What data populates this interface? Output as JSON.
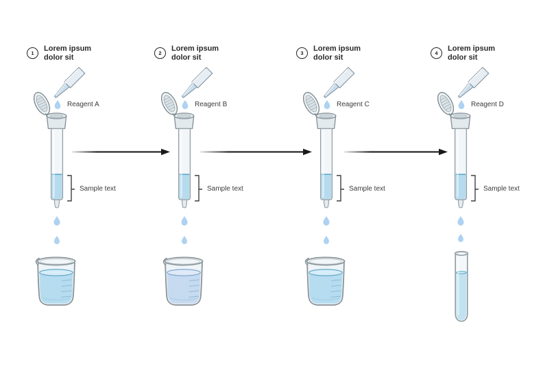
{
  "diagram": {
    "arrow_color": "#1a1a1a",
    "palette": {
      "drop_blue": "#aed2f1",
      "outline_gray": "#8a949a",
      "text_dark": "#2a2a2a",
      "label_gray": "#3b3b3b"
    },
    "steps": [
      {
        "number": "1",
        "title_line1": "Lorem ipsum",
        "title_line2": "dolor sit",
        "reagent_label": "Reagent A",
        "sample_label": "Sample text",
        "vessel": "beaker",
        "column_liquid_color": "#b6dbee",
        "vessel_liquid_color": "#b6dcf0",
        "vessel_surface_color": "#d7edf8"
      },
      {
        "number": "2",
        "title_line1": "Lorem ipsum",
        "title_line2": "dolor sit",
        "reagent_label": "Reagent B",
        "sample_label": "Sample text",
        "vessel": "beaker",
        "column_liquid_color": "#b6dbee",
        "vessel_liquid_color": "#c6daf0",
        "vessel_surface_color": "#dfe9f7"
      },
      {
        "number": "3",
        "title_line1": "Lorem ipsum",
        "title_line2": "dolor sit",
        "reagent_label": "Reagent C",
        "sample_label": "Sample text",
        "vessel": "beaker",
        "column_liquid_color": "#b6dbee",
        "vessel_liquid_color": "#b6dcf0",
        "vessel_surface_color": "#d7edf8"
      },
      {
        "number": "4",
        "title_line1": "Lorem ipsum",
        "title_line2": "dolor sit",
        "reagent_label": "Reagent D",
        "sample_label": "Sample text",
        "vessel": "test_tube",
        "column_liquid_color": "#b6dbee",
        "vessel_liquid_color": "#c2e2f0",
        "vessel_surface_color": "#daeef7"
      }
    ]
  }
}
